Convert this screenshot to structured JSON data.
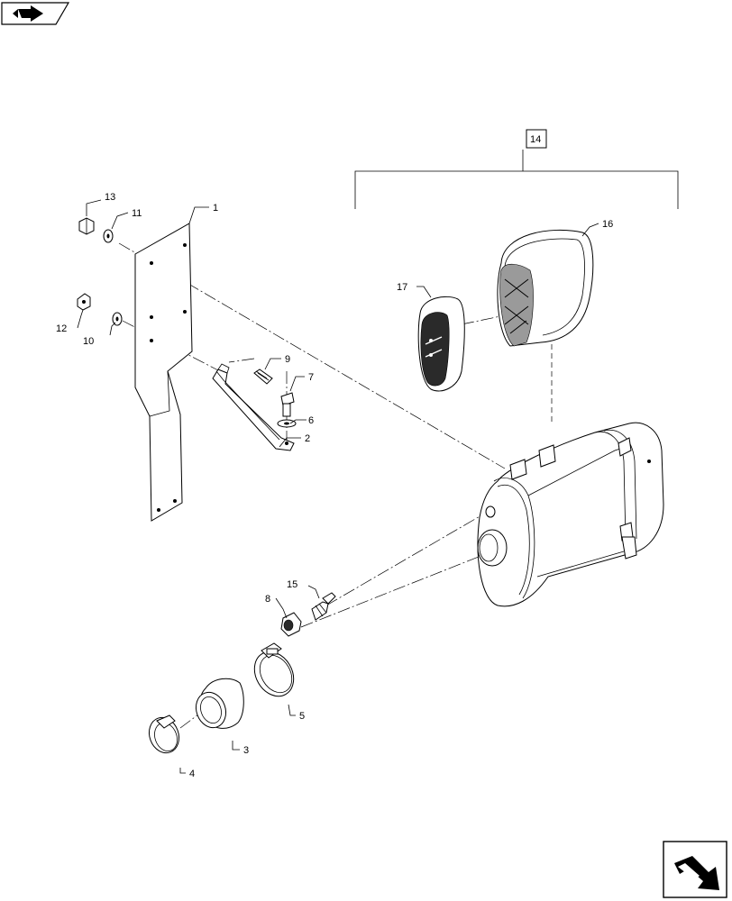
{
  "callouts": {
    "c1": "1",
    "c2": "2",
    "c3": "3",
    "c4": "4",
    "c5": "5",
    "c6": "6",
    "c7": "7",
    "c8": "8",
    "c9": "9",
    "c10": "10",
    "c11": "11",
    "c12": "12",
    "c13": "13",
    "c14": "14",
    "c15": "15",
    "c16": "16",
    "c17": "17"
  },
  "icons": {
    "top_left": "previous-page-arrow-icon",
    "bottom_right": "next-page-arrow-icon"
  }
}
